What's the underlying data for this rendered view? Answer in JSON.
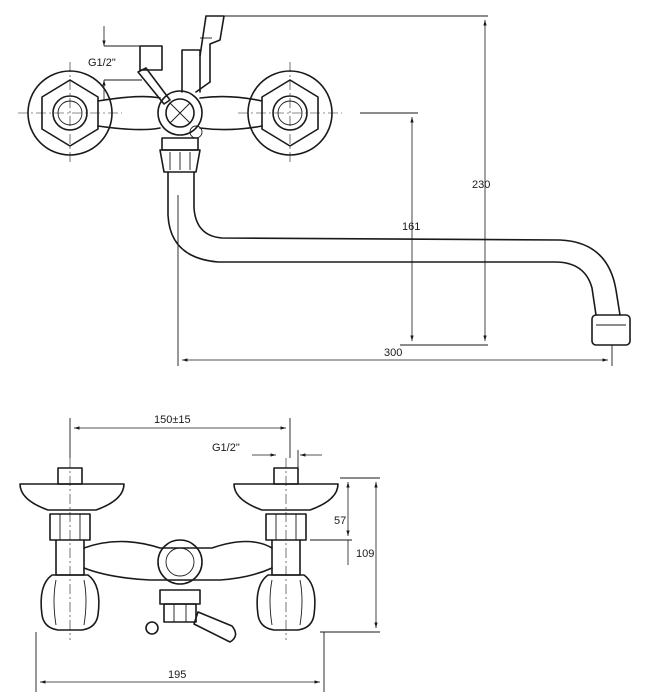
{
  "top_view": {
    "thread_label": "G1/2\"",
    "dim_height_total": "230",
    "dim_height_spout": "161",
    "dim_spout_length": "300"
  },
  "bottom_view": {
    "dim_center_distance": "150±15",
    "thread_label": "G1/2\"",
    "dim_upper": "57",
    "dim_height": "109",
    "dim_width": "195"
  }
}
